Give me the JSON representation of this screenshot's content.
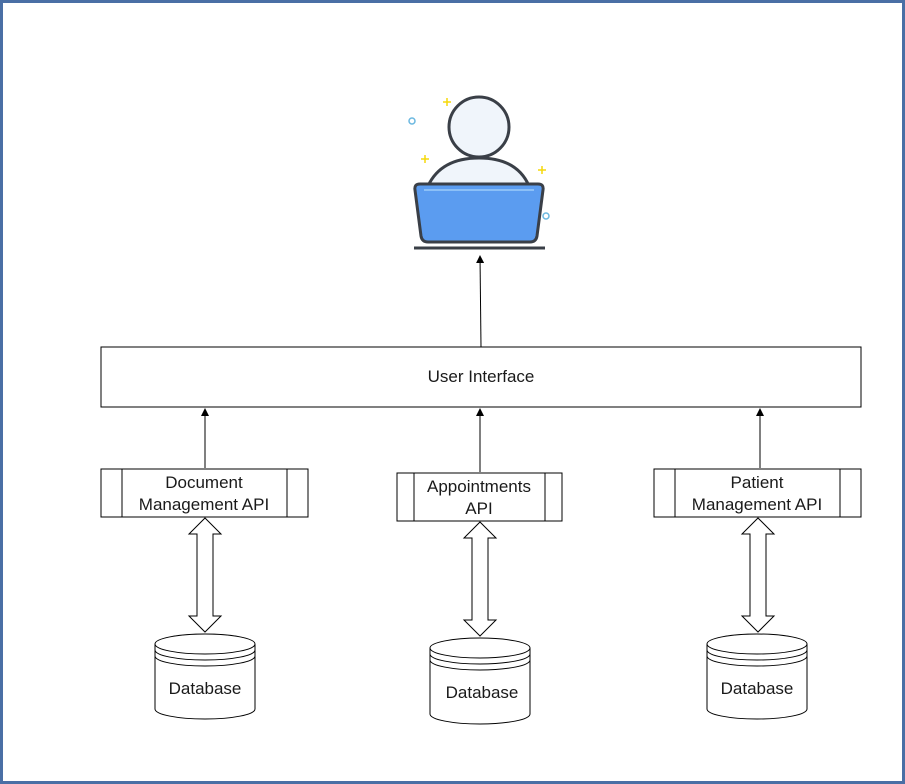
{
  "user_interface": {
    "label": "User Interface"
  },
  "apis": [
    {
      "line1": "Document",
      "line2": "Management API"
    },
    {
      "line1": "Appointments",
      "line2": "API"
    },
    {
      "line1": "Patient",
      "line2": "Management API"
    }
  ],
  "databases": [
    {
      "label": "Database"
    },
    {
      "label": "Database"
    },
    {
      "label": "Database"
    }
  ],
  "user_icon": {
    "icon": "user-at-laptop-icon",
    "accent_color": "#5b9cf0",
    "sparkle_color": "#f5d90a"
  }
}
